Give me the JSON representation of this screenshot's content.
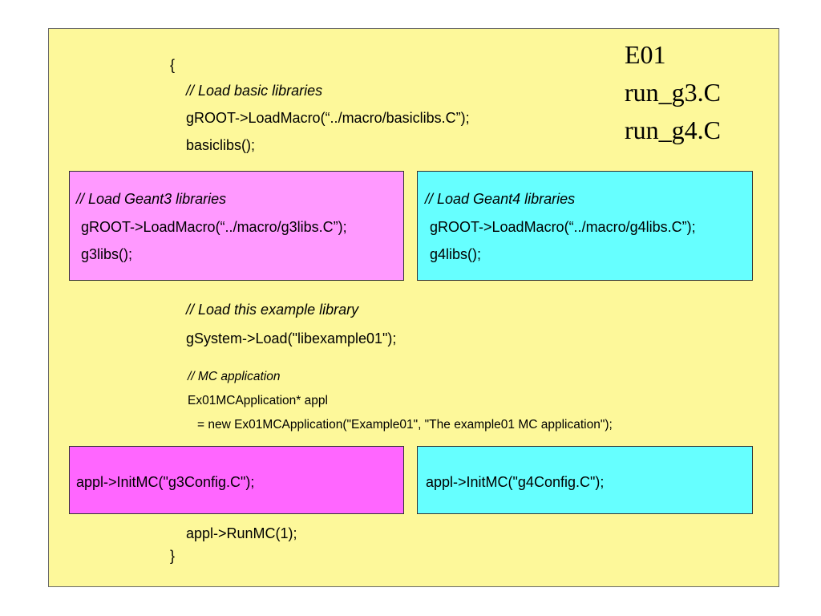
{
  "colors": {
    "background": "#fdf89a",
    "geant3_box": "#ff99ff",
    "geant4_box": "#66ffff",
    "init_g3_box": "#ff66ff",
    "init_g4_box": "#66ffff"
  },
  "title": [
    "E01",
    "run_g3.C",
    "run_g4.C"
  ],
  "code": {
    "open_brace": "{",
    "basic_comment": "// Load basic libraries",
    "basic_load": "gROOT->LoadMacro(“../macro/basiclibs.C”);",
    "basic_call": "basiclibs();",
    "geant3": {
      "comment": "// Load Geant3 libraries",
      "load": "gROOT->LoadMacro(“../macro/g3libs.C”);",
      "call": "g3libs();"
    },
    "geant4": {
      "comment": "// Load Geant4 libraries",
      "load": "gROOT->LoadMacro(“../macro/g4libs.C”);",
      "call": "g4libs();"
    },
    "example_comment": "// Load this example library",
    "example_load": "gSystem->Load(\"libexample01\");",
    "mc_comment": "// MC application",
    "mc_decl": "Ex01MCApplication* appl",
    "mc_new": "= new Ex01MCApplication(\"Example01\", \"The example01 MC application\");",
    "init_g3": "appl->InitMC(\"g3Config.C\");",
    "init_g4": "appl->InitMC(\"g4Config.C\");",
    "run": "appl->RunMC(1);",
    "close_brace": "}"
  }
}
